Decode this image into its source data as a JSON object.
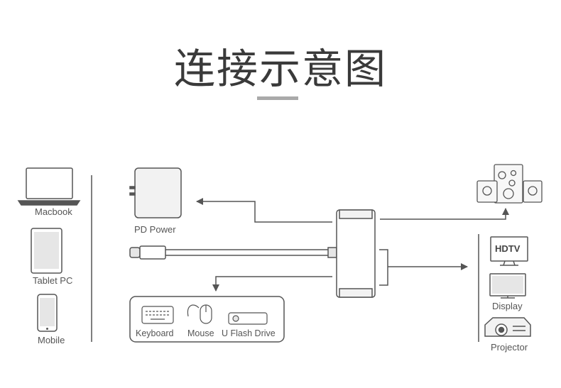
{
  "title": "连接示意图",
  "sources": [
    {
      "label": "Macbook",
      "icon": "laptop-icon"
    },
    {
      "label": "Tablet PC",
      "icon": "tablet-icon"
    },
    {
      "label": "Mobile",
      "icon": "phone-icon"
    }
  ],
  "power": {
    "label": "PD Power",
    "icon": "power-adapter-icon"
  },
  "usb_devices": [
    {
      "label": "Keyboard",
      "icon": "keyboard-icon"
    },
    {
      "label": "Mouse",
      "icon": "mouse-icon"
    },
    {
      "label": "U Flash Drive",
      "icon": "flash-drive-icon"
    }
  ],
  "audio": {
    "icon": "speakers-icon"
  },
  "displays": [
    {
      "label": "",
      "screen_text": "HDTV",
      "icon": "hdtv-icon"
    },
    {
      "label": "Display",
      "icon": "monitor-icon"
    },
    {
      "label": "Projector",
      "icon": "projector-icon"
    }
  ],
  "colors": {
    "line": "#555555",
    "icon_stroke": "#555555",
    "icon_fill": "#e6e6e6",
    "accent_bar": "#a9a9a9"
  }
}
